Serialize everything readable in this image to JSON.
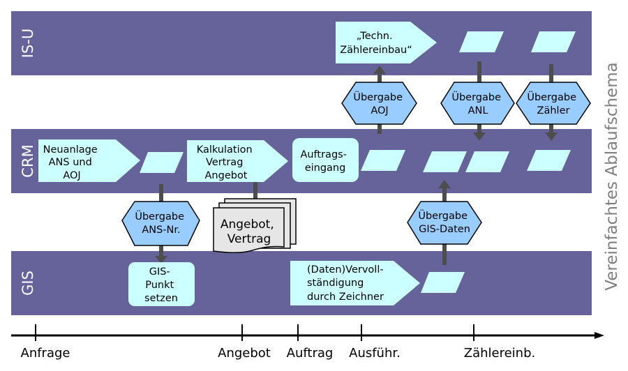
{
  "title": "Vereinfachtes Ablaufschema",
  "colors": {
    "lane": "#65639A",
    "step_fill": "#CCFFFF",
    "handover_fill": "#99CCFF",
    "document_fill": "#E6E6E6",
    "connector": "#4D4D4D",
    "timeline": "#000000",
    "title": "#7F7F7F"
  },
  "lanes": [
    {
      "id": "isu",
      "label": "IS-U"
    },
    {
      "id": "crm",
      "label": "CRM"
    },
    {
      "id": "gis",
      "label": "GIS"
    }
  ],
  "steps": [
    {
      "id": "neuanlage",
      "lane": "crm",
      "shape": "pentagon-arrow",
      "lines": [
        "Neuanlage",
        "ANS und",
        "AOJ"
      ]
    },
    {
      "id": "kalkulation",
      "lane": "crm",
      "shape": "pentagon-arrow",
      "lines": [
        "Kalkulation",
        "Vertrag",
        "Angebot"
      ]
    },
    {
      "id": "auftragseingang",
      "lane": "crm",
      "shape": "rounded-rect",
      "lines": [
        "Auftrags-",
        "eingang"
      ]
    },
    {
      "id": "techn-zaehlereinbau",
      "lane": "isu",
      "shape": "pentagon-arrow",
      "lines": [
        "„Techn.",
        "Zählereinbau“"
      ]
    },
    {
      "id": "gis-punkt",
      "lane": "gis",
      "shape": "rounded-rect",
      "lines": [
        "GIS-",
        "Punkt",
        "setzen"
      ]
    },
    {
      "id": "vervollstaendigung",
      "lane": "gis",
      "shape": "pentagon-arrow",
      "lines": [
        "(Daten)Vervoll-",
        "ständigung",
        "durch Zeichner"
      ]
    }
  ],
  "handovers": [
    {
      "id": "ans-nr",
      "lines": [
        "Übergabe",
        "ANS-Nr."
      ],
      "direction": "down",
      "from": "crm",
      "to": "gis"
    },
    {
      "id": "aoj",
      "lines": [
        "Übergabe",
        "AOJ"
      ],
      "direction": "up",
      "from": "crm",
      "to": "isu"
    },
    {
      "id": "anl",
      "lines": [
        "Übergabe",
        "ANL"
      ],
      "direction": "down",
      "from": "isu",
      "to": "crm"
    },
    {
      "id": "zaehler",
      "lines": [
        "Übergabe",
        "Zähler"
      ],
      "direction": "down",
      "from": "isu",
      "to": "crm"
    },
    {
      "id": "gis-daten",
      "lines": [
        "Übergabe",
        "GIS-Daten"
      ],
      "direction": "up",
      "from": "gis",
      "to": "crm"
    }
  ],
  "document": {
    "id": "angebot-vertrag",
    "lines": [
      "Angebot,",
      "Vertrag"
    ]
  },
  "timeline": {
    "milestones": [
      "Anfrage",
      "Angebot",
      "Auftrag",
      "Ausführ.",
      "Zählereinb."
    ]
  }
}
